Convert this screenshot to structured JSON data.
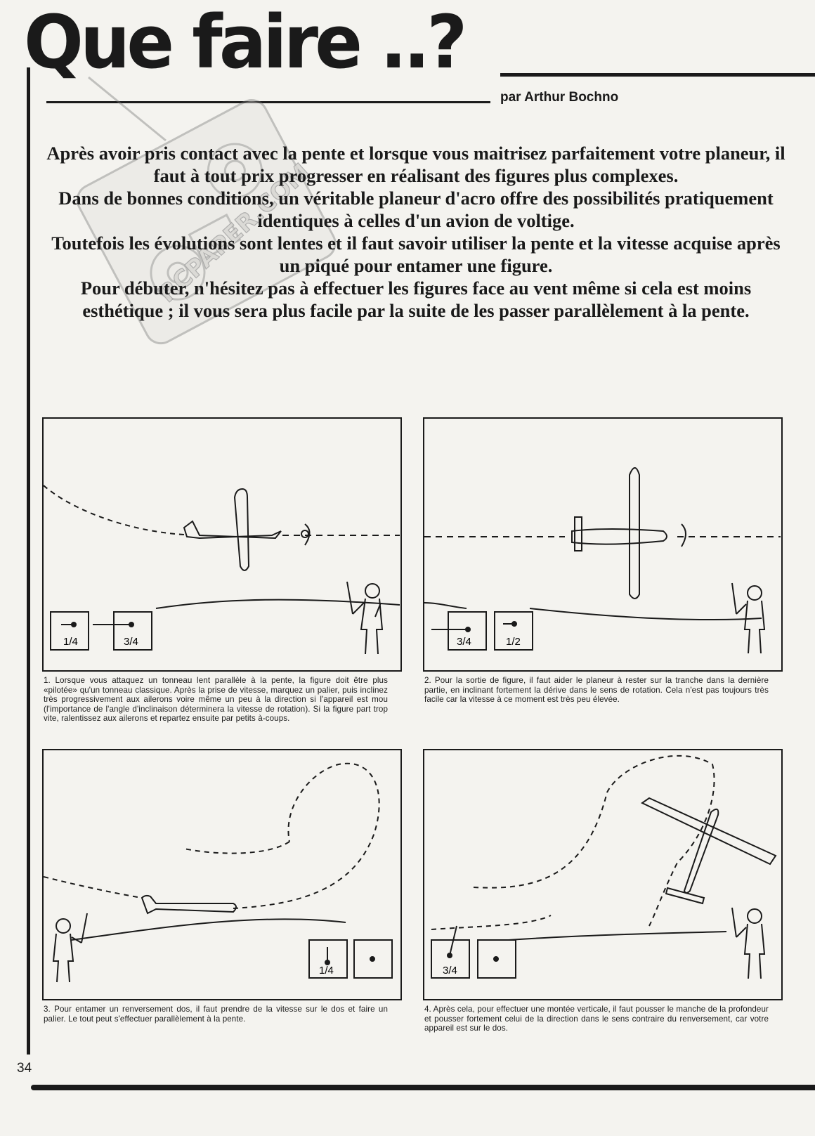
{
  "article": {
    "title": "Que faire ..?",
    "byline": "par Arthur Bochno",
    "intro": [
      "Après avoir pris contact avec la pente et lorsque vous maitrisez parfaitement votre planeur, il faut à tout prix progresser en réalisant des figures plus complexes.",
      "Dans de bonnes conditions, un véritable planeur d'acro offre des possibilités pratiquement identiques à celles d'un avion de voltige.",
      "Toutefois les évolutions sont lentes et il faut savoir utiliser la pente et la vitesse acquise après un piqué pour entamer une figure.",
      "Pour débuter, n'hésitez pas à effectuer les figures face au vent même si cela est moins esthétique ; il vous sera plus facile par la suite de les passer parallèlement à la pente."
    ]
  },
  "watermark": {
    "text": "RCPAPER.COM"
  },
  "figures": [
    {
      "boxes": [
        "1/4",
        "3/4"
      ],
      "caption": "1. Lorsque vous attaquez un tonneau lent parallèle à la pente, la figure doit être plus «pilotée» qu'un tonneau classique. Après la prise de vitesse, marquez un palier, puis inclinez très progressivement aux ailerons voire même un peu à la direction si l'appareil est mou (l'importance de l'angle d'inclinaison déterminera la vitesse de rotation). Si la figure part trop vite, ralentissez aux ailerons et repartez ensuite par petits à-coups."
    },
    {
      "boxes": [
        "3/4",
        "1/2"
      ],
      "caption": "2. Pour la sortie de figure, il faut aider le planeur à rester sur la tranche dans la dernière partie, en inclinant fortement la dérive dans le sens de rotation. Cela n'est pas toujours très facile car la vitesse à ce moment est très peu élevée."
    },
    {
      "boxes": [
        "1/4",
        ""
      ],
      "caption": "3. Pour entamer un renversement dos, il faut prendre de la vitesse sur le dos et faire un palier. Le tout peut s'effectuer parallèlement à la pente."
    },
    {
      "boxes": [
        "3/4",
        ""
      ],
      "caption": "4. Après cela, pour effectuer une montée verticale, il faut pousser le manche de la profondeur et pousser fortement celui de la direction dans le sens contraire du renversement, car votre appareil est sur le dos."
    }
  ],
  "page": {
    "number": "34"
  }
}
